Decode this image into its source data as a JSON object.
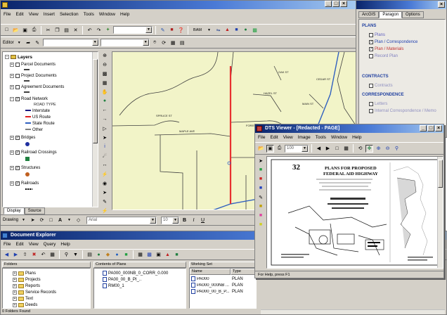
{
  "main_window": {
    "title": "",
    "menus": [
      "File",
      "Edit",
      "View",
      "Insert",
      "Selection",
      "Tools",
      "Window",
      "Help"
    ],
    "editor_label": "Editor",
    "drawing_label": "Drawing",
    "font_combo_value": "Arial",
    "font_size_value": "10",
    "bold_label": "B",
    "italic_label": "I",
    "underline_label": "U",
    "arcmap_label": "BAM"
  },
  "toc": {
    "root_label": "Layers",
    "items": [
      {
        "label": "Parcel Documents",
        "expanded": false
      },
      {
        "label": "Project Documents",
        "expanded": false
      },
      {
        "label": "Agreement Documents",
        "expanded": false
      },
      {
        "label": "Road Network",
        "expanded": true
      }
    ],
    "legend_heading": "ROAD TYPE",
    "legend": [
      {
        "label": "Interstate",
        "color": "#1a1a80"
      },
      {
        "label": "US Route",
        "color": "#e02020"
      },
      {
        "label": "State Route",
        "color": "#3060c0"
      },
      {
        "label": "Other",
        "color": "#808080"
      }
    ],
    "more_items": [
      {
        "label": "Bridges"
      },
      {
        "label": "Railroad Crossings"
      },
      {
        "label": "Structures"
      },
      {
        "label": "Railroads"
      }
    ],
    "tabs": [
      "Display",
      "Source"
    ]
  },
  "map": {
    "background": "#f2f4c8",
    "road_labels": [
      "SPRUCE ST",
      "MAPLE AVE",
      "FOREST AVE",
      "HAZEL ST",
      "CEDAR ST",
      "MAIN ST",
      "OAK ST"
    ],
    "highlight_color": "#e83030"
  },
  "dock_panel": {
    "title": "",
    "tabs": [
      "ArcGIS",
      "Paragon",
      "Options"
    ],
    "sections": [
      {
        "heading": "PLANS",
        "items": [
          "Plans",
          "Plan / Correspondence",
          "Plan / Materials",
          "Record Plan"
        ]
      },
      {
        "heading": "CONTRACTS",
        "items": [
          "Contracts"
        ]
      },
      {
        "heading": "CORRESPONDENCE",
        "items": [
          "Letters",
          "Internal Correspondence / Memo"
        ]
      }
    ]
  },
  "viewer": {
    "title": "DTS Viewer - [Redacted - PAGE]",
    "menus": [
      "File",
      "Edit",
      "View",
      "Image",
      "Tools",
      "Window",
      "Help"
    ],
    "page_value": "100",
    "sheet_number": "32",
    "sheet_title_1": "PLANS FOR PROPOSED",
    "sheet_title_2": "FEDERAL AID HIGHWAY",
    "status_text": "For Help, press F1"
  },
  "explorer": {
    "title": "Document Explorer",
    "menus": [
      "File",
      "Edit",
      "View",
      "Query",
      "Help"
    ],
    "folders_header": "Folders",
    "folders": [
      "Plans",
      "Projects",
      "Reports",
      "Service Records",
      "Text",
      "Deeds"
    ],
    "contents_header": "Contents of Plans",
    "contents": [
      "PA000_000NB_0_CORR_0.000",
      "PA00_00_B_PI_..",
      "RM00_1"
    ],
    "working_header": "Working Set",
    "working_cols": [
      "Name",
      "Type"
    ],
    "working_rows": [
      {
        "name": "PA000",
        "type": "PLAN"
      },
      {
        "name": "PA000_000NB ...",
        "type": "PLAN"
      },
      {
        "name": "PA000_00_B_P...",
        "type": "PLAN"
      }
    ],
    "status_text": "0 Folders Found"
  }
}
